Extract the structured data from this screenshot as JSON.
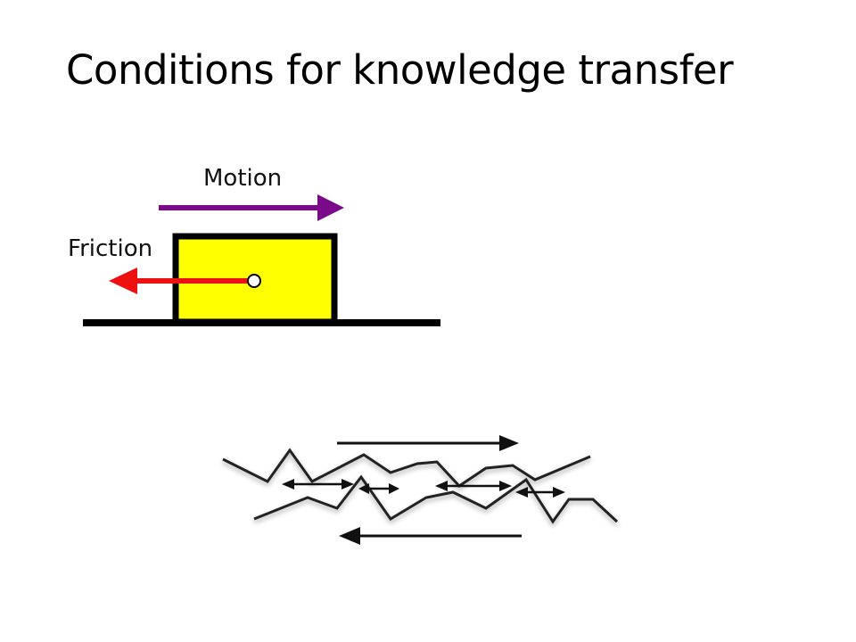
{
  "slide": {
    "title": "Conditions for knowledge transfer"
  },
  "diagram_block": {
    "motion_label": "Motion",
    "friction_label": "Friction"
  },
  "colors": {
    "motion_arrow": "#7a0a8a",
    "friction_arrow": "#ee1111",
    "block_fill": "#ffff00",
    "outline": "#000000"
  }
}
